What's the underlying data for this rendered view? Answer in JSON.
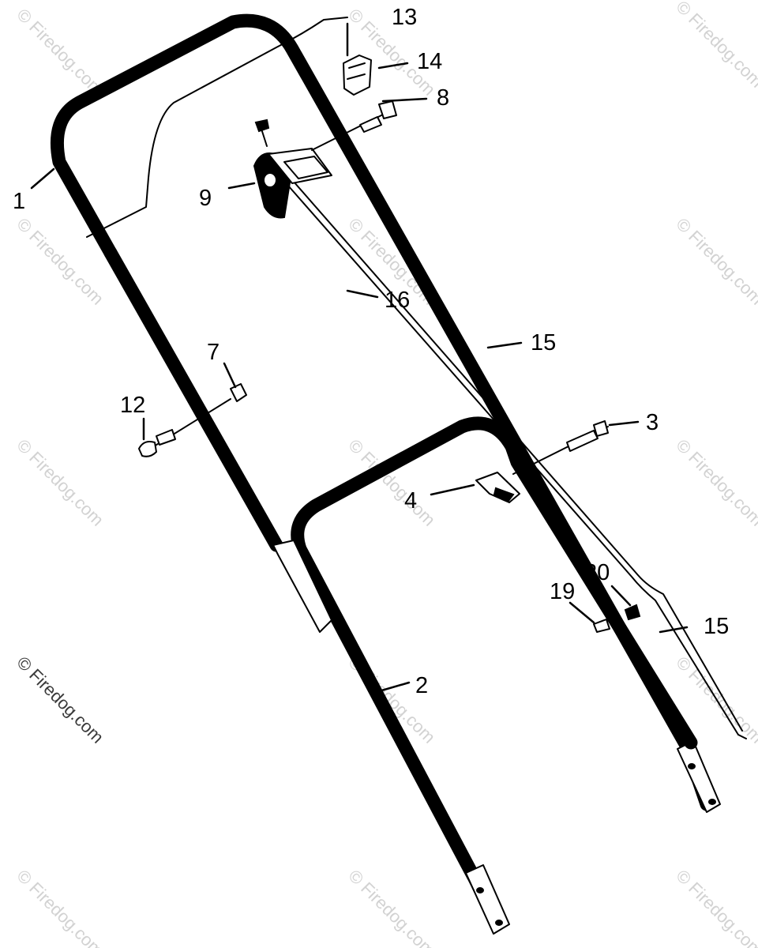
{
  "diagram": {
    "callouts": {
      "c1": "1",
      "c2": "2",
      "c3": "3",
      "c4": "4",
      "c7": "7",
      "c8": "8",
      "c9": "9",
      "c12": "12",
      "c13": "13",
      "c14": "14",
      "c15a": "15",
      "c15b": "15",
      "c16": "16",
      "c19": "19",
      "c20": "20"
    },
    "watermark": "© Firedog.com",
    "colors": {
      "ink": "#000000",
      "paper": "#ffffff",
      "watermark": "#d2d2d2"
    }
  }
}
